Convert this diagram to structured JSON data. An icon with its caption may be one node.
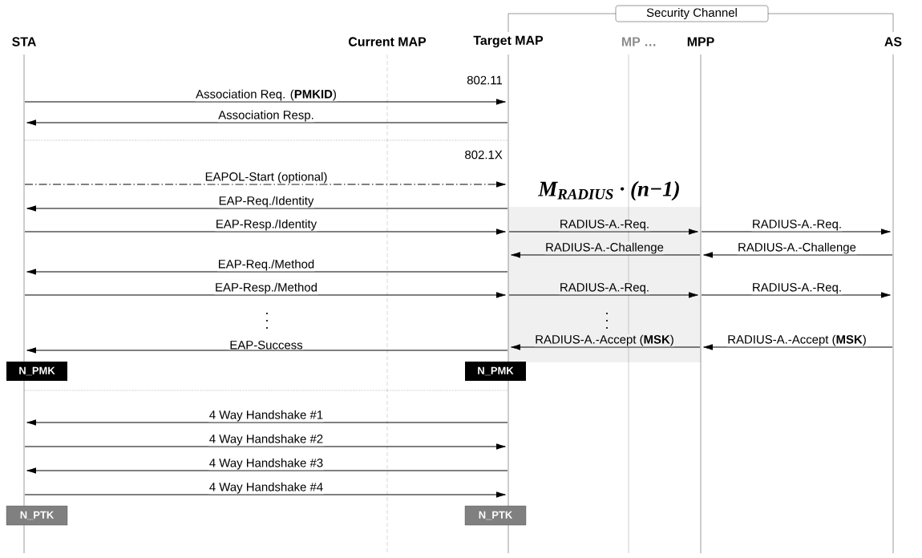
{
  "diagram": {
    "nodes": [
      {
        "text": [],
        "shape": "bar",
        "beside": [
          "STA"
        ]
      },
      {
        "text": [],
        "shape": "bar",
        "beside": [
          "Target MAP"
        ]
      },
      {
        "text": [],
        "shape": "bar",
        "beside": [
          "MPP"
        ]
      },
      {
        "text": [],
        "shape": "bar",
        "beside": [
          "AS"
        ]
      },
      {
        "text": [
          "N_PMK"
        ]
      },
      {
        "text": [
          "N_PMK"
        ]
      },
      {
        "text": [
          "N_PTK"
        ]
      },
      {
        "text": [
          "N_PTK"
        ]
      },
      {
        "text": [
          "Security Channel"
        ]
      }
    ],
    "edges": [
      {
        "from": 0,
        "to": 1,
        "arrow": "to",
        "label": "Association Req. (**PMKID**)"
      },
      {
        "from": 1,
        "to": 0,
        "arrow": "to",
        "label": "Association Resp."
      },
      {
        "from": 0,
        "to": 1,
        "arrow": "to",
        "label": "EAPOL-Start (optional)",
        "style": "dashed"
      },
      {
        "from": 1,
        "to": 0,
        "arrow": "to",
        "label": "EAP-Req./Identity"
      },
      {
        "from": 0,
        "to": 1,
        "arrow": "to",
        "label": "EAP-Resp./Identity"
      },
      {
        "from": 1,
        "to": 2,
        "arrow": "to",
        "label": "RADIUS-A.-Req."
      },
      {
        "from": 2,
        "to": 3,
        "arrow": "to",
        "label": "RADIUS-A.-Req."
      },
      {
        "from": 2,
        "to": 1,
        "arrow": "to",
        "label": "RADIUS-A.-Challenge"
      },
      {
        "from": 3,
        "to": 2,
        "arrow": "to",
        "label": "RADIUS-A.-Challenge"
      },
      {
        "from": 1,
        "to": 0,
        "arrow": "to",
        "label": "EAP-Req./Method"
      },
      {
        "from": 0,
        "to": 1,
        "arrow": "to",
        "label": "EAP-Resp./Method"
      },
      {
        "from": 1,
        "to": 2,
        "arrow": "to",
        "label": "RADIUS-A.-Req."
      },
      {
        "from": 2,
        "to": 3,
        "arrow": "to",
        "label": "RADIUS-A.-Req."
      },
      {
        "from": 2,
        "to": 1,
        "arrow": "to",
        "label": "RADIUS-A.-Accept (**MSK**)"
      },
      {
        "from": 3,
        "to": 2,
        "arrow": "to",
        "label": "RADIUS-A.-Accept (**MSK**)"
      },
      {
        "from": 1,
        "to": 0,
        "arrow": "to",
        "label": "EAP-Success"
      },
      {
        "from": 1,
        "to": 0,
        "arrow": "to",
        "label": "4 Way Handshake #1"
      },
      {
        "from": 0,
        "to": 1,
        "arrow": "to",
        "label": "4 Way Handshake #2"
      },
      {
        "from": 1,
        "to": 0,
        "arrow": "to",
        "label": "4 Way Handshake #3"
      },
      {
        "from": 0,
        "to": 1,
        "arrow": "to",
        "label": "4 Way Handshake #4"
      }
    ],
    "labels": [
      "Current MAP",
      "MP …",
      "802.11",
      "802.1X",
      "M$_{RADIUS}$ · (n−1)"
    ]
  }
}
